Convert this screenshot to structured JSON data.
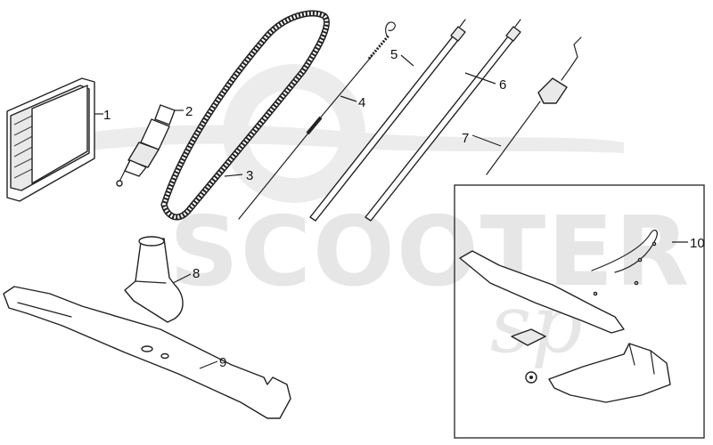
{
  "watermark": {
    "text": "SCOOTER",
    "script": "sp"
  },
  "callouts": [
    {
      "id": "1",
      "label": "1"
    },
    {
      "id": "2",
      "label": "2"
    },
    {
      "id": "3",
      "label": "3"
    },
    {
      "id": "4",
      "label": "4"
    },
    {
      "id": "5",
      "label": "5"
    },
    {
      "id": "6",
      "label": "6"
    },
    {
      "id": "7",
      "label": "7"
    },
    {
      "id": "8",
      "label": "8"
    },
    {
      "id": "9",
      "label": "9"
    },
    {
      "id": "10",
      "label": "10"
    }
  ]
}
